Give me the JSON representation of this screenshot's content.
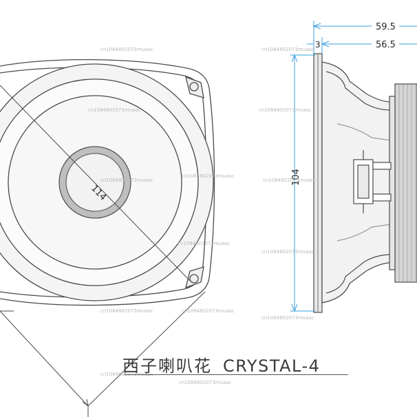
{
  "dimensions": {
    "diameter": "114",
    "height": "104",
    "total_depth": "59.5",
    "body_depth": "56.5",
    "flange_thickness": "3"
  },
  "title": {
    "chinese": "西子喇叭花",
    "model": "CRYSTAL-4"
  },
  "watermark": "cn1084802073muaac",
  "colors": {
    "line": "#4a4a4a",
    "dimension_line": "#3a9fe0",
    "fill_light": "#efefef",
    "cone": "#f7f7f7",
    "dust_cap_ring": "#bfbfbf"
  }
}
